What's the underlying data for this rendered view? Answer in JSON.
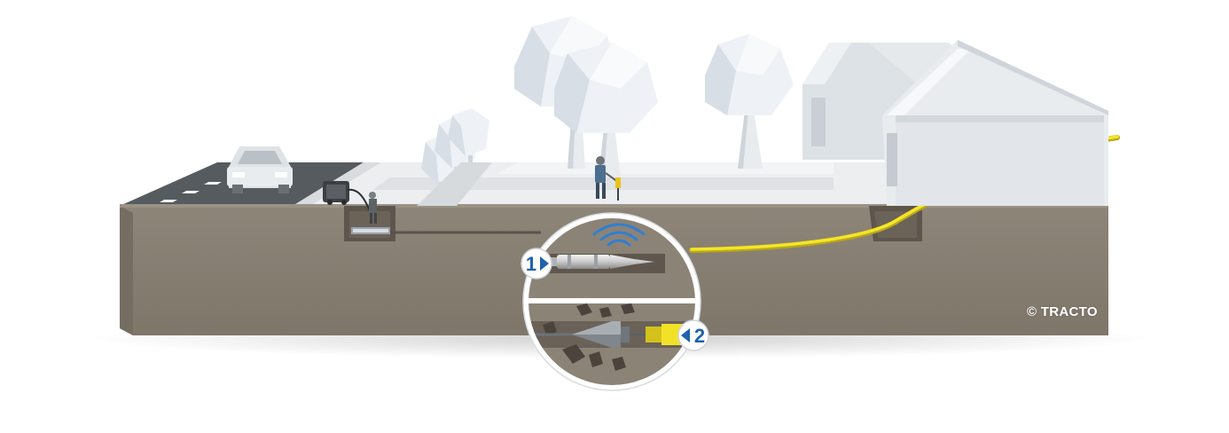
{
  "copyright": "© TRACTO",
  "steps": [
    {
      "number": "1",
      "direction": "right"
    },
    {
      "number": "2",
      "direction": "left"
    }
  ],
  "colors": {
    "soil": "#8b8276",
    "soil_front": "#857b6f",
    "soil_dark": "#6f675d",
    "road": "#555a5e",
    "pavement": "#e6e8ea",
    "ground_top": "#eff1f3",
    "cable": "#f2e227",
    "badge_blue": "#1e63ad",
    "signal_blue": "#2f7fd3",
    "foliage": "#eef2f6"
  },
  "icons": [
    "car-icon",
    "tree-icon",
    "house-icon",
    "worker-icon",
    "machine-icon",
    "signal-icon",
    "piercing-tool-icon",
    "expander-icon"
  ]
}
